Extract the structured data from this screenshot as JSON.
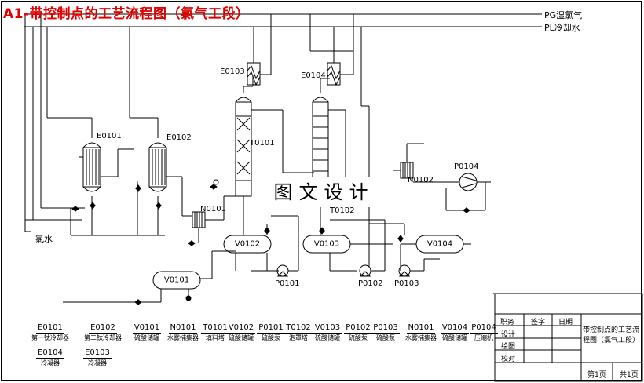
{
  "title": "A1-带控制点的工艺流程图（氯气工段）",
  "pipelines": [
    {
      "code": "PG",
      "label": "PG湿氯气"
    },
    {
      "code": "PL",
      "label": "PL冷却水"
    }
  ],
  "inlet_label": "氯水",
  "watermark": "图文设计",
  "equipment_tags": {
    "E0101": "E0101",
    "E0102": "E0102",
    "E0103": "E0103",
    "E0104": "E0104",
    "T0101": "T0101",
    "T0102": "T0102",
    "N0101": "N0101",
    "N0102": "N0102",
    "V0101": "V0101",
    "V0102": "V0102",
    "V0103": "V0103",
    "V0104": "V0104",
    "P0101": "P0101",
    "P0102": "P0102",
    "P0103": "P0103",
    "P0104": "P0104"
  },
  "legend": [
    {
      "code": "E0101",
      "desc": "第一钛冷却器"
    },
    {
      "code": "E0102",
      "desc": "第二钛冷却器"
    },
    {
      "code": "V0101",
      "desc": "硫酸储罐"
    },
    {
      "code": "N0101",
      "desc": "水雾捕集器"
    },
    {
      "code": "T0101",
      "desc": "填料塔"
    },
    {
      "code": "V0102",
      "desc": "硫酸储罐"
    },
    {
      "code": "P0101",
      "desc": "硫酸泵"
    },
    {
      "code": "T0102",
      "desc": "泡罩塔"
    },
    {
      "code": "V0103",
      "desc": "硫酸储罐"
    },
    {
      "code": "P0102",
      "desc": "硫酸泵"
    },
    {
      "code": "P0103",
      "desc": "硫酸泵"
    },
    {
      "code": "N0101",
      "desc": "水雾捕集器"
    },
    {
      "code": "V0104",
      "desc": "硫酸储罐"
    },
    {
      "code": "P0104",
      "desc": "压缩机"
    },
    {
      "code": "E0104",
      "desc": "冷凝器"
    },
    {
      "code": "E0103",
      "desc": "冷凝器"
    }
  ],
  "title_block": {
    "role_label": "职务",
    "sign_label": "签字",
    "date_label": "日期",
    "rows": [
      "设计",
      "绘图",
      "校对"
    ],
    "drawing_title": "带控制点的工艺流程图（氯气工段）",
    "sheet": "第1页",
    "total": "共1页"
  }
}
